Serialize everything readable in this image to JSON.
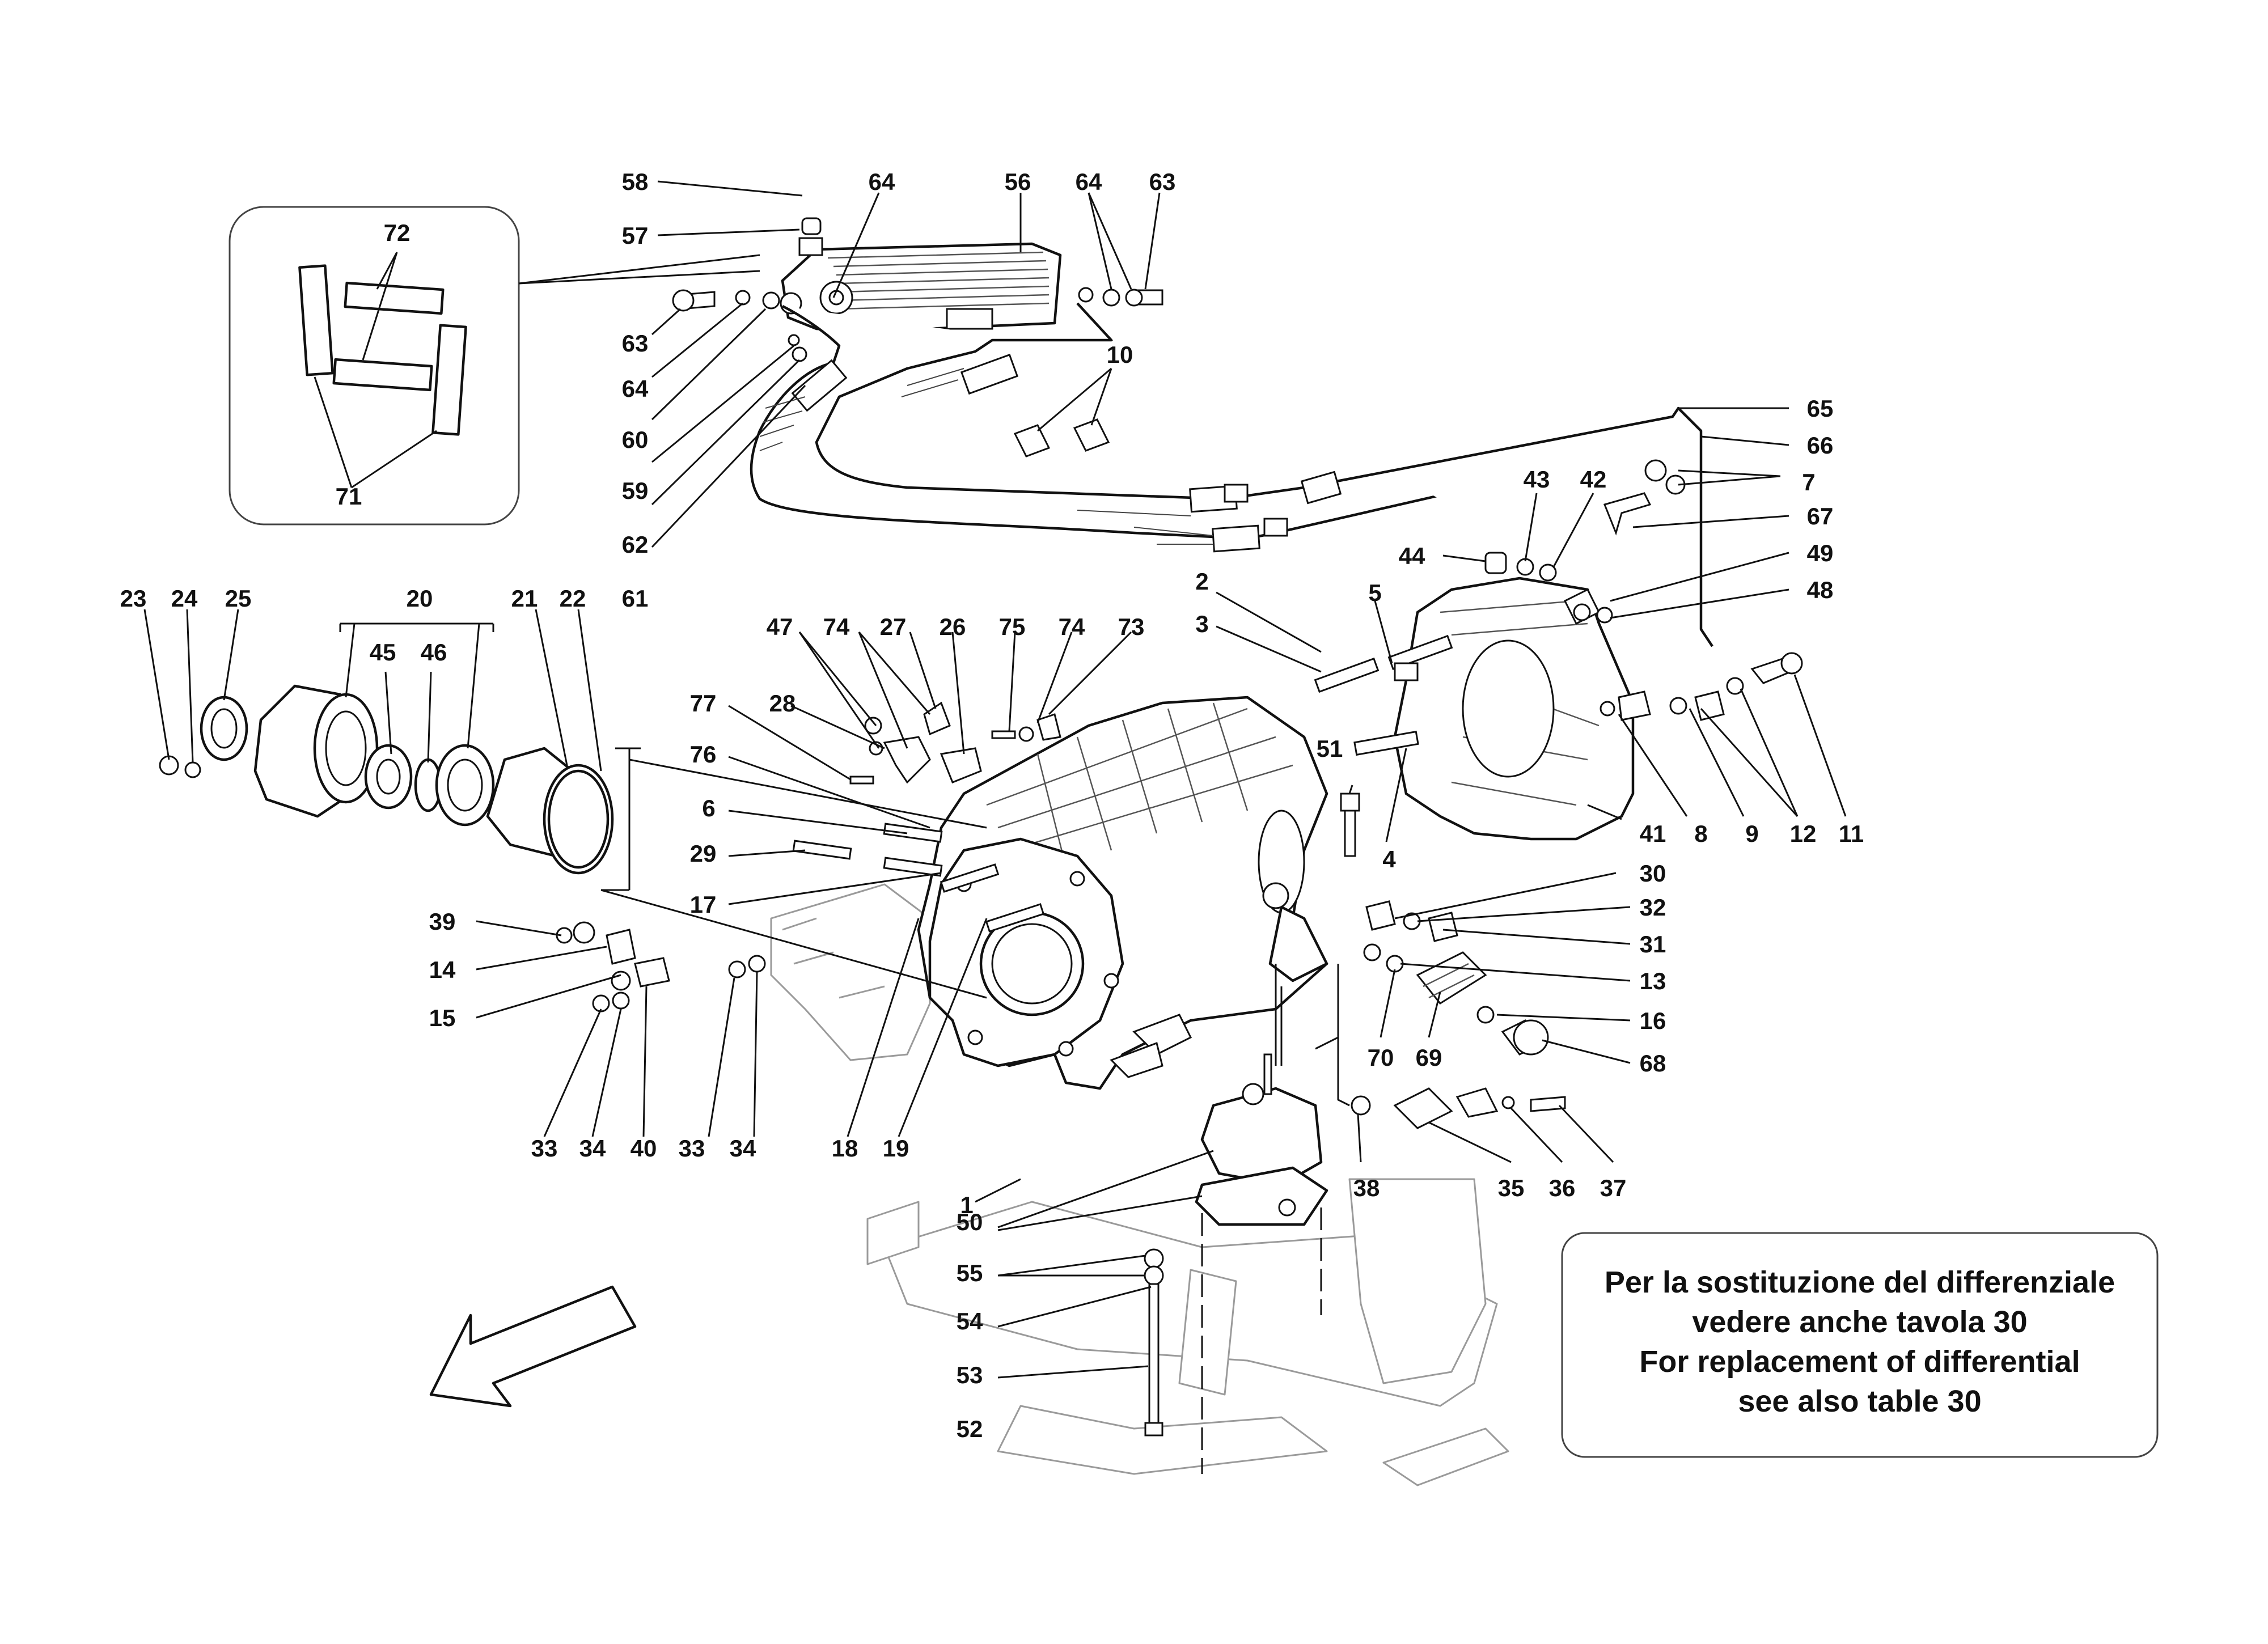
{
  "labels": [
    {
      "text": "58"
    },
    {
      "text": "64"
    },
    {
      "text": "56"
    },
    {
      "text": "64"
    },
    {
      "text": "63"
    },
    {
      "text": "57"
    },
    {
      "text": "63"
    },
    {
      "text": "64"
    },
    {
      "text": "60"
    },
    {
      "text": "59"
    },
    {
      "text": "62"
    },
    {
      "text": "61"
    },
    {
      "text": "10"
    },
    {
      "text": "65"
    },
    {
      "text": "66"
    },
    {
      "text": "7"
    },
    {
      "text": "67"
    },
    {
      "text": "43"
    },
    {
      "text": "42"
    },
    {
      "text": "44"
    },
    {
      "text": "49"
    },
    {
      "text": "48"
    },
    {
      "text": "72"
    },
    {
      "text": "71"
    },
    {
      "text": "23"
    },
    {
      "text": "24"
    },
    {
      "text": "25"
    },
    {
      "text": "20"
    },
    {
      "text": "21"
    },
    {
      "text": "22"
    },
    {
      "text": "45"
    },
    {
      "text": "46"
    },
    {
      "text": "2"
    },
    {
      "text": "5"
    },
    {
      "text": "3"
    },
    {
      "text": "47"
    },
    {
      "text": "74"
    },
    {
      "text": "27"
    },
    {
      "text": "26"
    },
    {
      "text": "75"
    },
    {
      "text": "74"
    },
    {
      "text": "73"
    },
    {
      "text": "77"
    },
    {
      "text": "28"
    },
    {
      "text": "76"
    },
    {
      "text": "6"
    },
    {
      "text": "29"
    },
    {
      "text": "17"
    },
    {
      "text": "51"
    },
    {
      "text": "4"
    },
    {
      "text": "41"
    },
    {
      "text": "8"
    },
    {
      "text": "9"
    },
    {
      "text": "12"
    },
    {
      "text": "11"
    },
    {
      "text": "30"
    },
    {
      "text": "32"
    },
    {
      "text": "31"
    },
    {
      "text": "13"
    },
    {
      "text": "16"
    },
    {
      "text": "68"
    },
    {
      "text": "70"
    },
    {
      "text": "69"
    },
    {
      "text": "39"
    },
    {
      "text": "14"
    },
    {
      "text": "15"
    },
    {
      "text": "33"
    },
    {
      "text": "34"
    },
    {
      "text": "40"
    },
    {
      "text": "33"
    },
    {
      "text": "34"
    },
    {
      "text": "18"
    },
    {
      "text": "19"
    },
    {
      "text": "1"
    },
    {
      "text": "50"
    },
    {
      "text": "38"
    },
    {
      "text": "35"
    },
    {
      "text": "36"
    },
    {
      "text": "37"
    },
    {
      "text": "55"
    },
    {
      "text": "54"
    },
    {
      "text": "53"
    },
    {
      "text": "52"
    }
  ],
  "note": {
    "lines": [
      "Per la sostituzione del differenziale",
      "vedere anche tavola 30",
      "For replacement of differential",
      "see  also table 30"
    ]
  }
}
